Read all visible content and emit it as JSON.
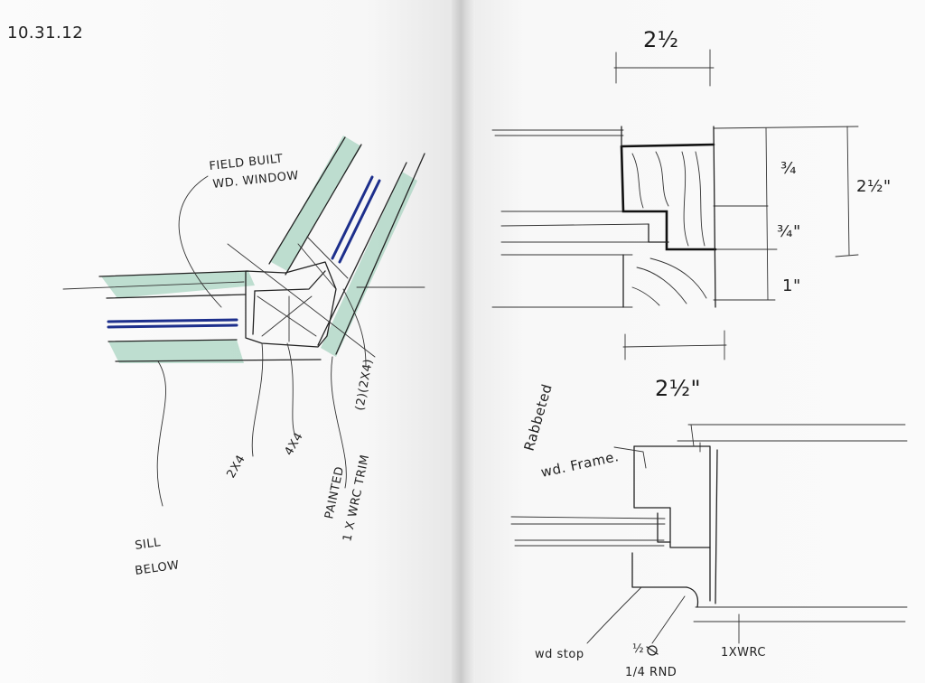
{
  "date": "10.31.12",
  "left_sketch": {
    "labels": {
      "window": [
        "FIELD BUILT",
        "WD. WINDOW"
      ],
      "posts": "(2)(2X4)",
      "stud": "2X4",
      "post": "4X4",
      "trim": [
        "PAINTED",
        "1 X WRC TRIM"
      ],
      "sill": [
        "SILL",
        "BELOW"
      ]
    },
    "colors": {
      "glass": "#2a3f9e",
      "trim_wash": "#a9d4c2"
    }
  },
  "right_top_sketch": {
    "dims": {
      "top_width": "2½",
      "bottom_width": "2½\"",
      "part_upper": "¾",
      "part_middle": "¾\"",
      "part_lower": "1\"",
      "overall_height": "2½\""
    }
  },
  "right_bottom_sketch": {
    "labels": {
      "frame": [
        "Rabbeted",
        "wd. Frame."
      ],
      "stop": "wd stop",
      "round_top": "½",
      "round_bottom": "1/4 RND",
      "trim": "1XWRC"
    }
  }
}
